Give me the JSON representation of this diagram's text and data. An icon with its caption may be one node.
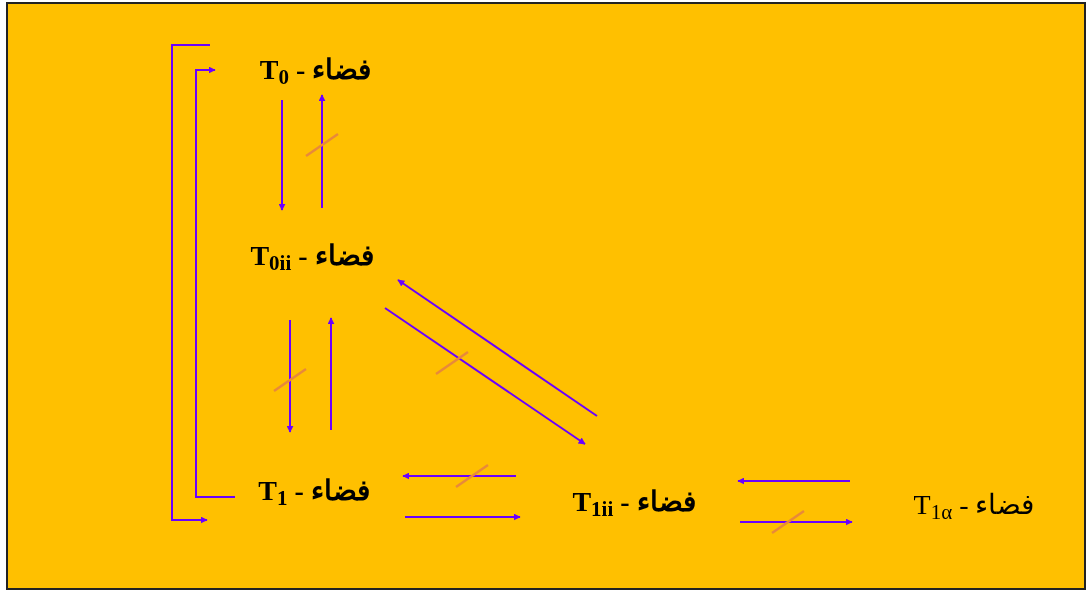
{
  "diagram": {
    "nodes": [
      {
        "text": [
          "T$_{0}$ - فضاء"
        ]
      },
      {
        "text": [
          "T$_{0ii}$ - فضاء"
        ]
      },
      {
        "text": [
          "T$_{1}$ - فضاء"
        ]
      },
      {
        "text": [
          "T$_{1ii}$ - فضاء"
        ]
      },
      {
        "text": [
          "T$_{1α}$ - فضاء"
        ]
      }
    ],
    "edges": [
      {
        "from": 0,
        "to": 1,
        "arrow": "to"
      },
      {
        "from": 1,
        "to": 0,
        "arrow": "to"
      },
      {
        "from": 1,
        "to": 2,
        "arrow": "to"
      },
      {
        "from": 2,
        "to": 1,
        "arrow": "to"
      },
      {
        "from": 1,
        "to": 3,
        "arrow": "to"
      },
      {
        "from": 3,
        "to": 1,
        "arrow": "to"
      },
      {
        "from": 3,
        "to": 2,
        "arrow": "to"
      },
      {
        "from": 2,
        "to": 3,
        "arrow": "to"
      },
      {
        "from": 4,
        "to": 3,
        "arrow": "to"
      },
      {
        "from": 3,
        "to": 4,
        "arrow": "to"
      },
      {
        "from": 2,
        "to": 0,
        "arrow": "to"
      },
      {
        "from": 0,
        "to": 2,
        "arrow": "to"
      }
    ]
  }
}
